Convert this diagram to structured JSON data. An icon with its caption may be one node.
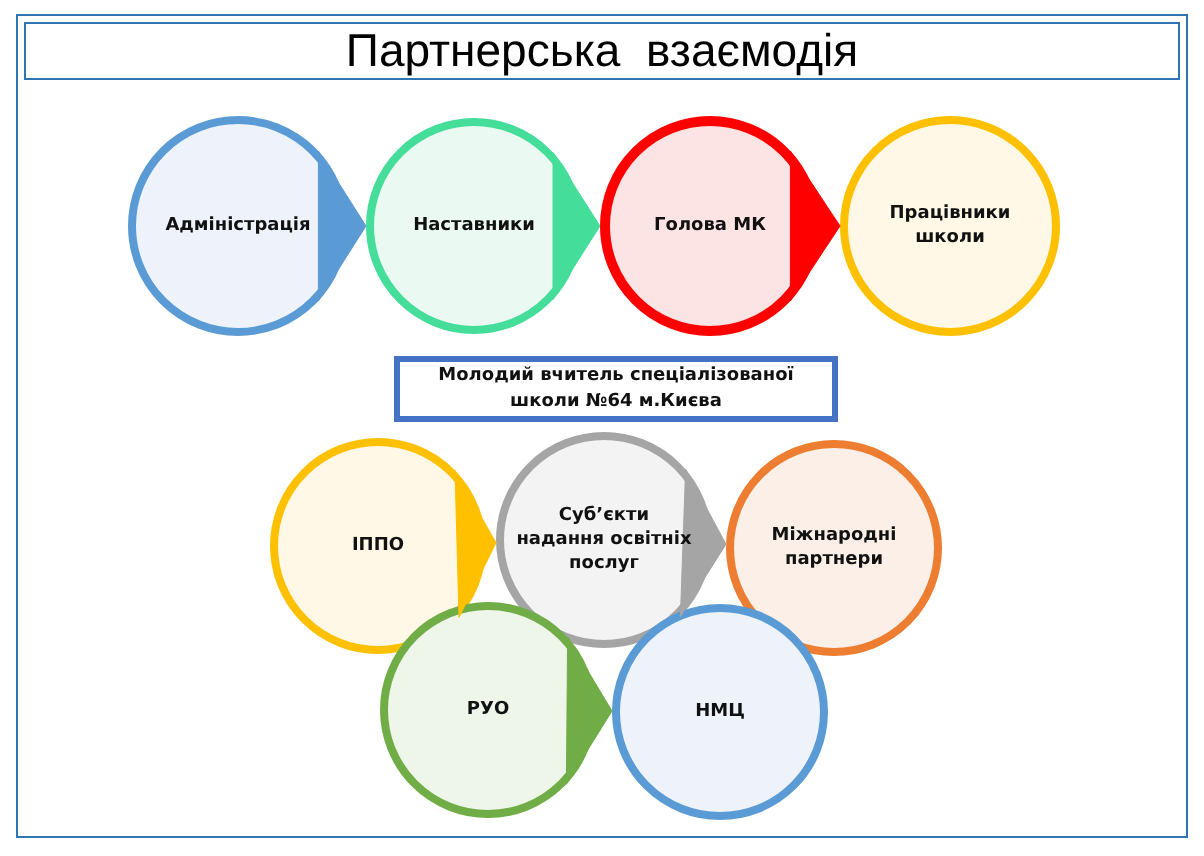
{
  "diagram": {
    "title": "Партнерська  взаємодія",
    "nodes": [
      {
        "text": [
          "Адміністрація"
        ]
      },
      {
        "text": [
          "Наставники"
        ]
      },
      {
        "text": [
          "Голова МК"
        ]
      },
      {
        "text": [
          "Працівники школи"
        ]
      },
      {
        "text": [
          "Молодий вчитель спеціалізованої школи №64 м.Києва"
        ]
      },
      {
        "text": [
          "ІППО"
        ]
      },
      {
        "text": [
          "Суб’єкти надання освітніх послуг"
        ]
      },
      {
        "text": [
          "Міжнародні партнери"
        ]
      },
      {
        "text": [
          "РУО"
        ]
      },
      {
        "text": [
          "НМЦ"
        ]
      }
    ],
    "edges": [
      {
        "from": 0,
        "to": 1,
        "arrow": "to",
        "color": "#5b9bd5"
      },
      {
        "from": 1,
        "to": 2,
        "arrow": "to",
        "color": "#44dd99"
      },
      {
        "from": 2,
        "to": 3,
        "arrow": "to",
        "color": "#ff0000"
      },
      {
        "from": 5,
        "to": 6,
        "arrow": "to",
        "color": "#ffc000"
      },
      {
        "from": 6,
        "to": 7,
        "arrow": "to",
        "color": "#a5a5a5"
      },
      {
        "from": 8,
        "to": 9,
        "arrow": "to",
        "color": "#70ad47"
      }
    ]
  }
}
